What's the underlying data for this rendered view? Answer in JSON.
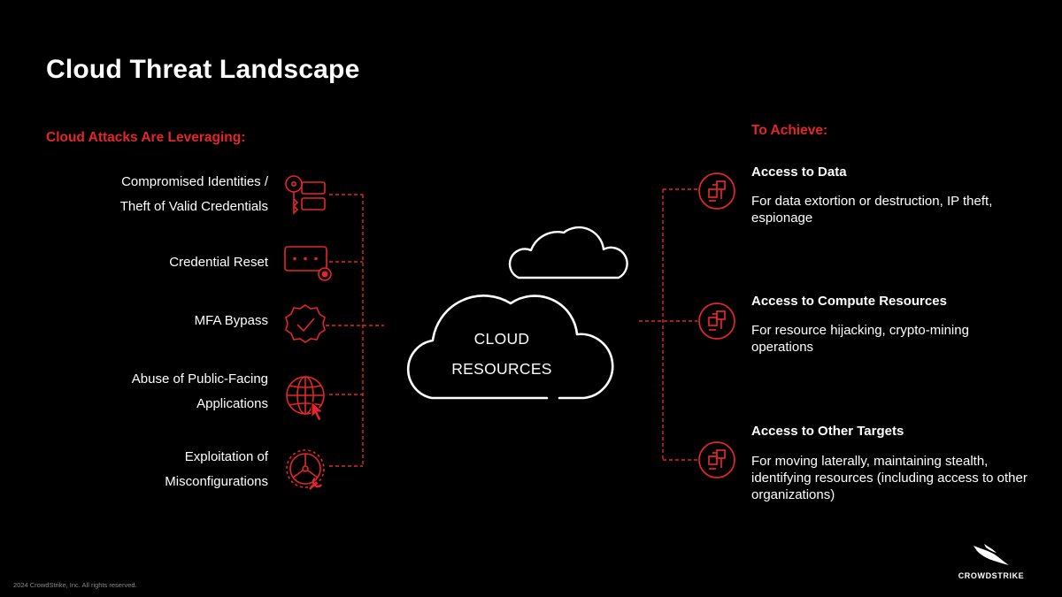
{
  "title": "Cloud Threat Landscape",
  "left_heading": "Cloud Attacks Are Leveraging:",
  "right_heading": "To Achieve:",
  "attacks": [
    {
      "line1": "Compromised Identities /",
      "line2": "Theft of Valid Credentials",
      "icon": "key-credentials-icon"
    },
    {
      "line1": "Credential Reset",
      "line2": "",
      "icon": "password-reset-icon"
    },
    {
      "line1": "MFA Bypass",
      "line2": "",
      "icon": "verified-badge-icon"
    },
    {
      "line1": "Abuse of Public-Facing",
      "line2": "Applications",
      "icon": "globe-cursor-icon"
    },
    {
      "line1": "Exploitation of",
      "line2": "Misconfigurations",
      "icon": "gear-wrench-icon"
    }
  ],
  "center": {
    "line1": "CLOUD",
    "line2": "RESOURCES"
  },
  "goals": [
    {
      "title": "Access to Data",
      "desc": "For data extortion or destruction, IP theft, espionage",
      "icon": "network-nodes-icon"
    },
    {
      "title": "Access to Compute Resources",
      "desc": "For resource hijacking, crypto-mining operations",
      "icon": "network-nodes-icon"
    },
    {
      "title": "Access to Other Targets",
      "desc": "For moving laterally, maintaining stealth, identifying resources (including access to other organizations)",
      "icon": "network-nodes-icon"
    }
  ],
  "footer": {
    "copyright": "2024 CrowdStrike, Inc. All rights reserved.",
    "brand": "CROWDSTRIKE"
  },
  "colors": {
    "accent": "#e3262b",
    "background": "#000000",
    "text": "#ffffff"
  }
}
